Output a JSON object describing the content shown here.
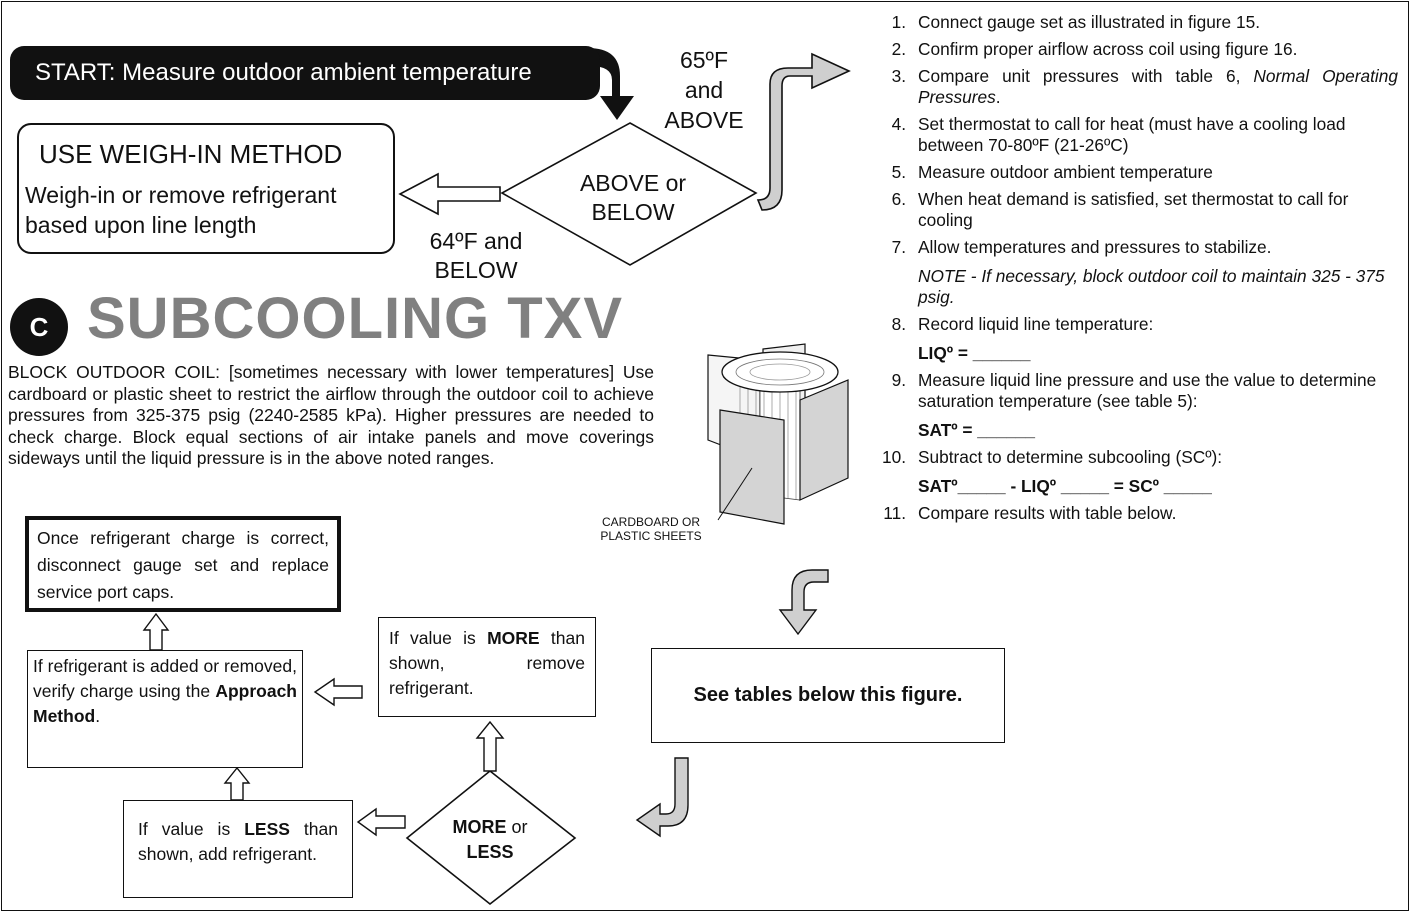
{
  "diagram": {
    "start": "START: Measure outdoor ambient temperature",
    "branch_above_label": "65ºF\nand\nABOVE",
    "branch_below_label": "64ºF and\nBELOW",
    "decision_temperature": "ABOVE or\nBELOW",
    "weigh_in": {
      "title": "USE WEIGH-IN METHOD",
      "text": "Weigh-in or remove refrigerant\nbased upon line length"
    },
    "section_badge": "C",
    "section_title": "SUBCOOLING TXV",
    "block_coil_paragraph": "BLOCK OUTDOOR COIL: [sometimes necessary with lower temperatures] Use cardboard or plastic sheet to restrict the airflow through the outdoor coil to achieve pressures from 325-375 psig (2240-2585 kPa). Higher pressures are needed to check charge. Block equal sections of air intake panels and move coverings sideways until the liquid pressure is in the above noted ranges.",
    "illustration_caption": "CARDBOARD OR\nPLASTIC SHEETS",
    "steps": [
      {
        "num": "1.",
        "text": "Connect gauge set as illustrated in figure 15."
      },
      {
        "num": "2.",
        "text": "Confirm proper airflow across coil using figure 16."
      },
      {
        "num": "3.",
        "text": "Compare unit pressures with table 6, ",
        "italic": "Normal Operating Pressures",
        "tail": "."
      },
      {
        "num": "4.",
        "text": "Set thermostat to call for heat (must have a cooling load between 70-80ºF (21-26ºC)"
      },
      {
        "num": "5.",
        "text": "Measure outdoor ambient temperature"
      },
      {
        "num": "6.",
        "text": "When heat demand is satisfied, set thermostat to call for cooling"
      },
      {
        "num": "7.",
        "text": "Allow temperatures and pressures to stabilize.",
        "note": "NOTE - If necessary, block outdoor coil to maintain 325 - 375 psig."
      },
      {
        "num": "8.",
        "text": "Record liquid line temperature:",
        "formula": "LIQº = ______"
      },
      {
        "num": "9.",
        "text": "Measure liquid line pressure and use the value to determine saturation temperature (see table 5):",
        "formula": "SATº = ______"
      },
      {
        "num": "10.",
        "text": "Subtract to determine subcooling (SCº):",
        "formula": "SATº_____ - LIQº _____ = SCº _____"
      },
      {
        "num": "11.",
        "text": "Compare results with table below."
      }
    ],
    "see_tables": "See tables below this figure.",
    "final_box": "Once refrigerant charge is correct, disconnect gauge set and replace service port caps.",
    "verify_box": {
      "pre": "If refrigerant is added or removed, verify charge using the ",
      "bold": "Approach Method",
      "post": "."
    },
    "more_box": {
      "pre": "If value is ",
      "bold": "MORE",
      "post": " than shown, remove refrigerant."
    },
    "less_box": {
      "pre": "If value is ",
      "bold": "LESS",
      "post": " than shown, add refrigerant."
    },
    "decision_more_less": {
      "bold1": "MORE",
      "mid": " or",
      "bold2": "LESS"
    }
  }
}
